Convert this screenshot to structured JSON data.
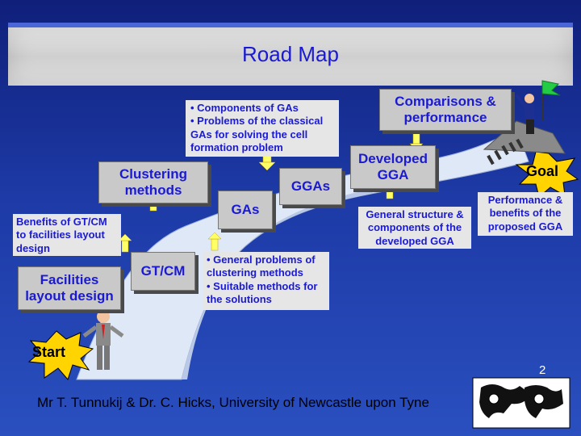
{
  "title": "Road Map",
  "boxes": {
    "facilities": "Facilities layout design",
    "clustering": "Clustering methods",
    "gtcm": "GT/CM",
    "gas": "GAs",
    "ggas": "GGAs",
    "developed": "Developed GGA",
    "comparisons": "Comparisons & performance"
  },
  "notes": {
    "benefits": "Benefits of GT/CM to facilities layout design",
    "components": [
      "• Components of GAs",
      "• Problems of the classical GAs for solving the cell formation problem"
    ],
    "general_problems": [
      "• General problems of clustering methods",
      "• Suitable methods for the solutions"
    ],
    "general_structure": "General structure & components of the developed GGA",
    "performance": "Performance & benefits of the proposed GGA"
  },
  "start_label": "Start",
  "goal_label": "Goal",
  "page_number": "2",
  "footer": "Mr T. Tunnukij & Dr. C. Hicks, University of Newcastle upon Tyne",
  "colors": {
    "background": "#1d3aa6",
    "box_fill": "#c9c9c9",
    "text_blue": "#1a1ad4",
    "burst": "#ffd400",
    "arrow": "#ffff66",
    "road": "#d8e4f4"
  }
}
